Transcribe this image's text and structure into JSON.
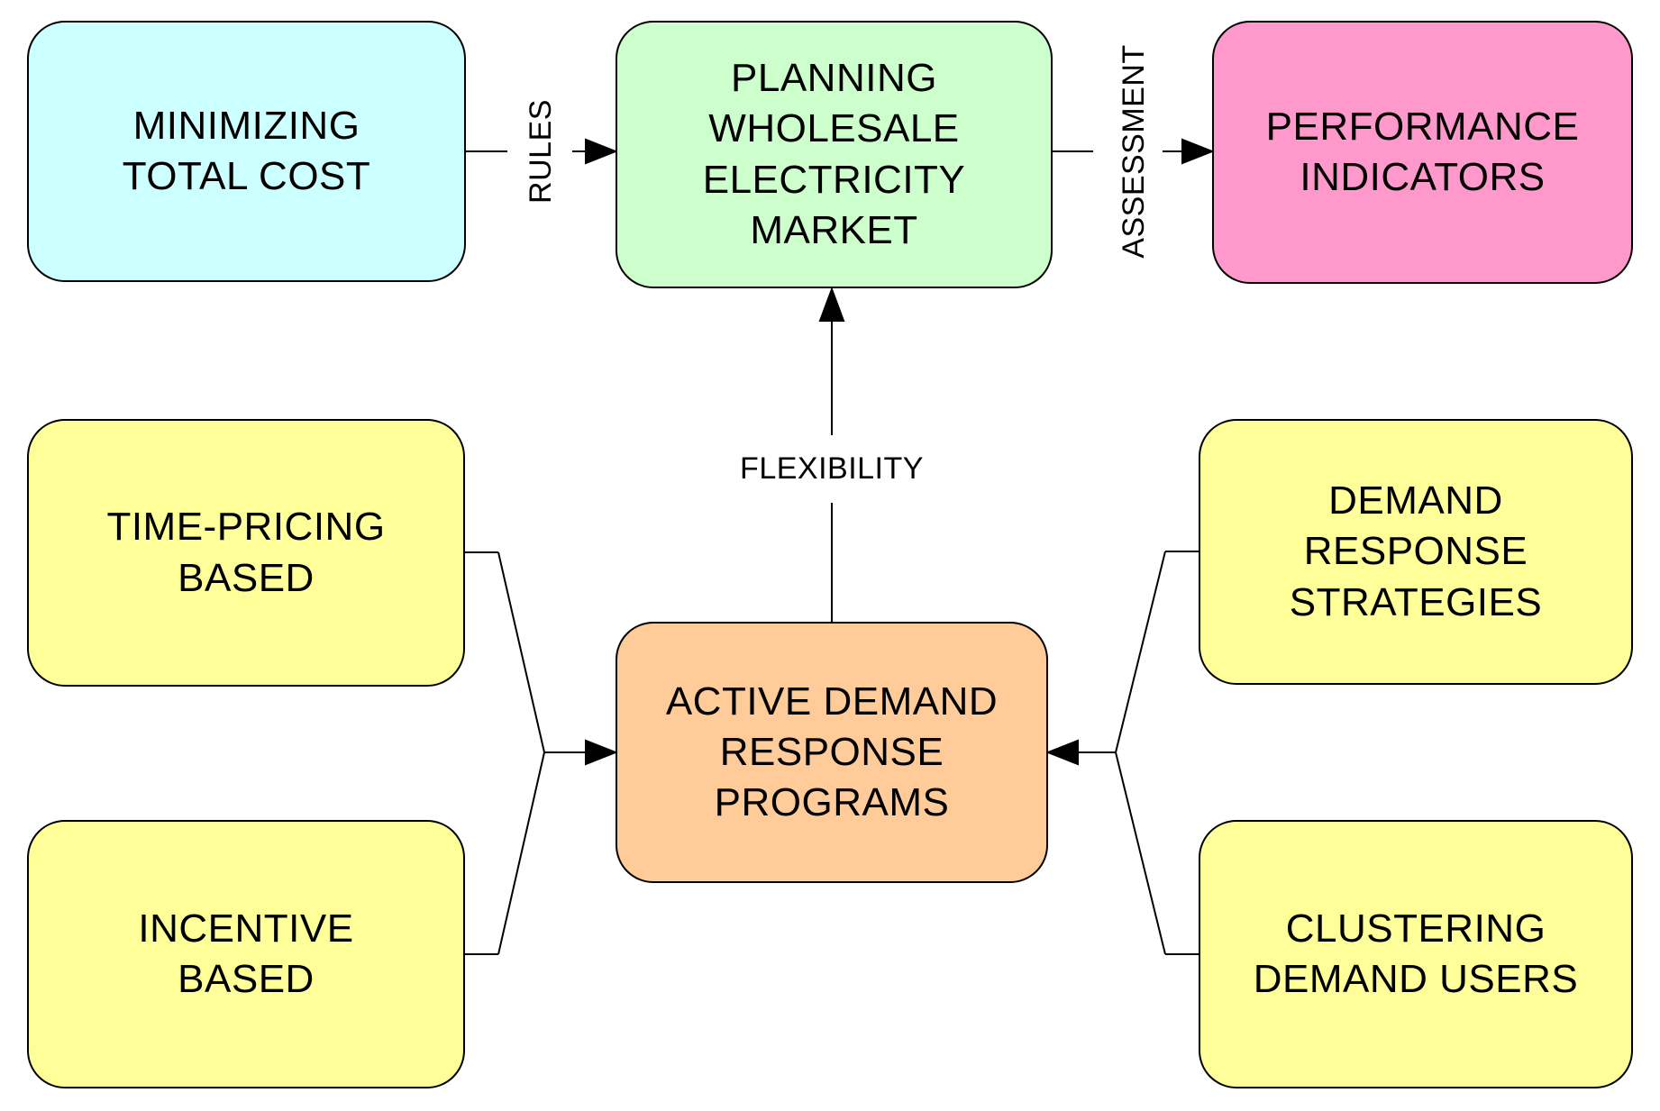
{
  "diagram": {
    "background": "#FFFFFF",
    "stroke_color": "#000000",
    "nodes": {
      "minimizing_total_cost": {
        "label": "MINIMIZING\nTOTAL COST",
        "fill": "#CCFFFF"
      },
      "planning_wholesale_market": {
        "label": "PLANNING\nWHOLESALE\nELECTRICITY\nMARKET",
        "fill": "#CCFFCC"
      },
      "performance_indicators": {
        "label": "PERFORMANCE\nINDICATORS",
        "fill": "#FF99CC"
      },
      "time_pricing_based": {
        "label": "TIME-PRICING\nBASED",
        "fill": "#FFFF99"
      },
      "incentive_based": {
        "label": "INCENTIVE\nBASED",
        "fill": "#FFFF99"
      },
      "active_demand_response": {
        "label": "ACTIVE DEMAND\nRESPONSE\nPROGRAMS",
        "fill": "#FFCC99"
      },
      "demand_response_strategies": {
        "label": "DEMAND\nRESPONSE\nSTRATEGIES",
        "fill": "#FFFF99"
      },
      "clustering_demand_users": {
        "label": "CLUSTERING\nDEMAND USERS",
        "fill": "#FFFF99"
      }
    },
    "edge_labels": {
      "rules": "RULES",
      "assessment": "ASSESSMENT",
      "flexibility": "FLEXIBILITY"
    }
  }
}
